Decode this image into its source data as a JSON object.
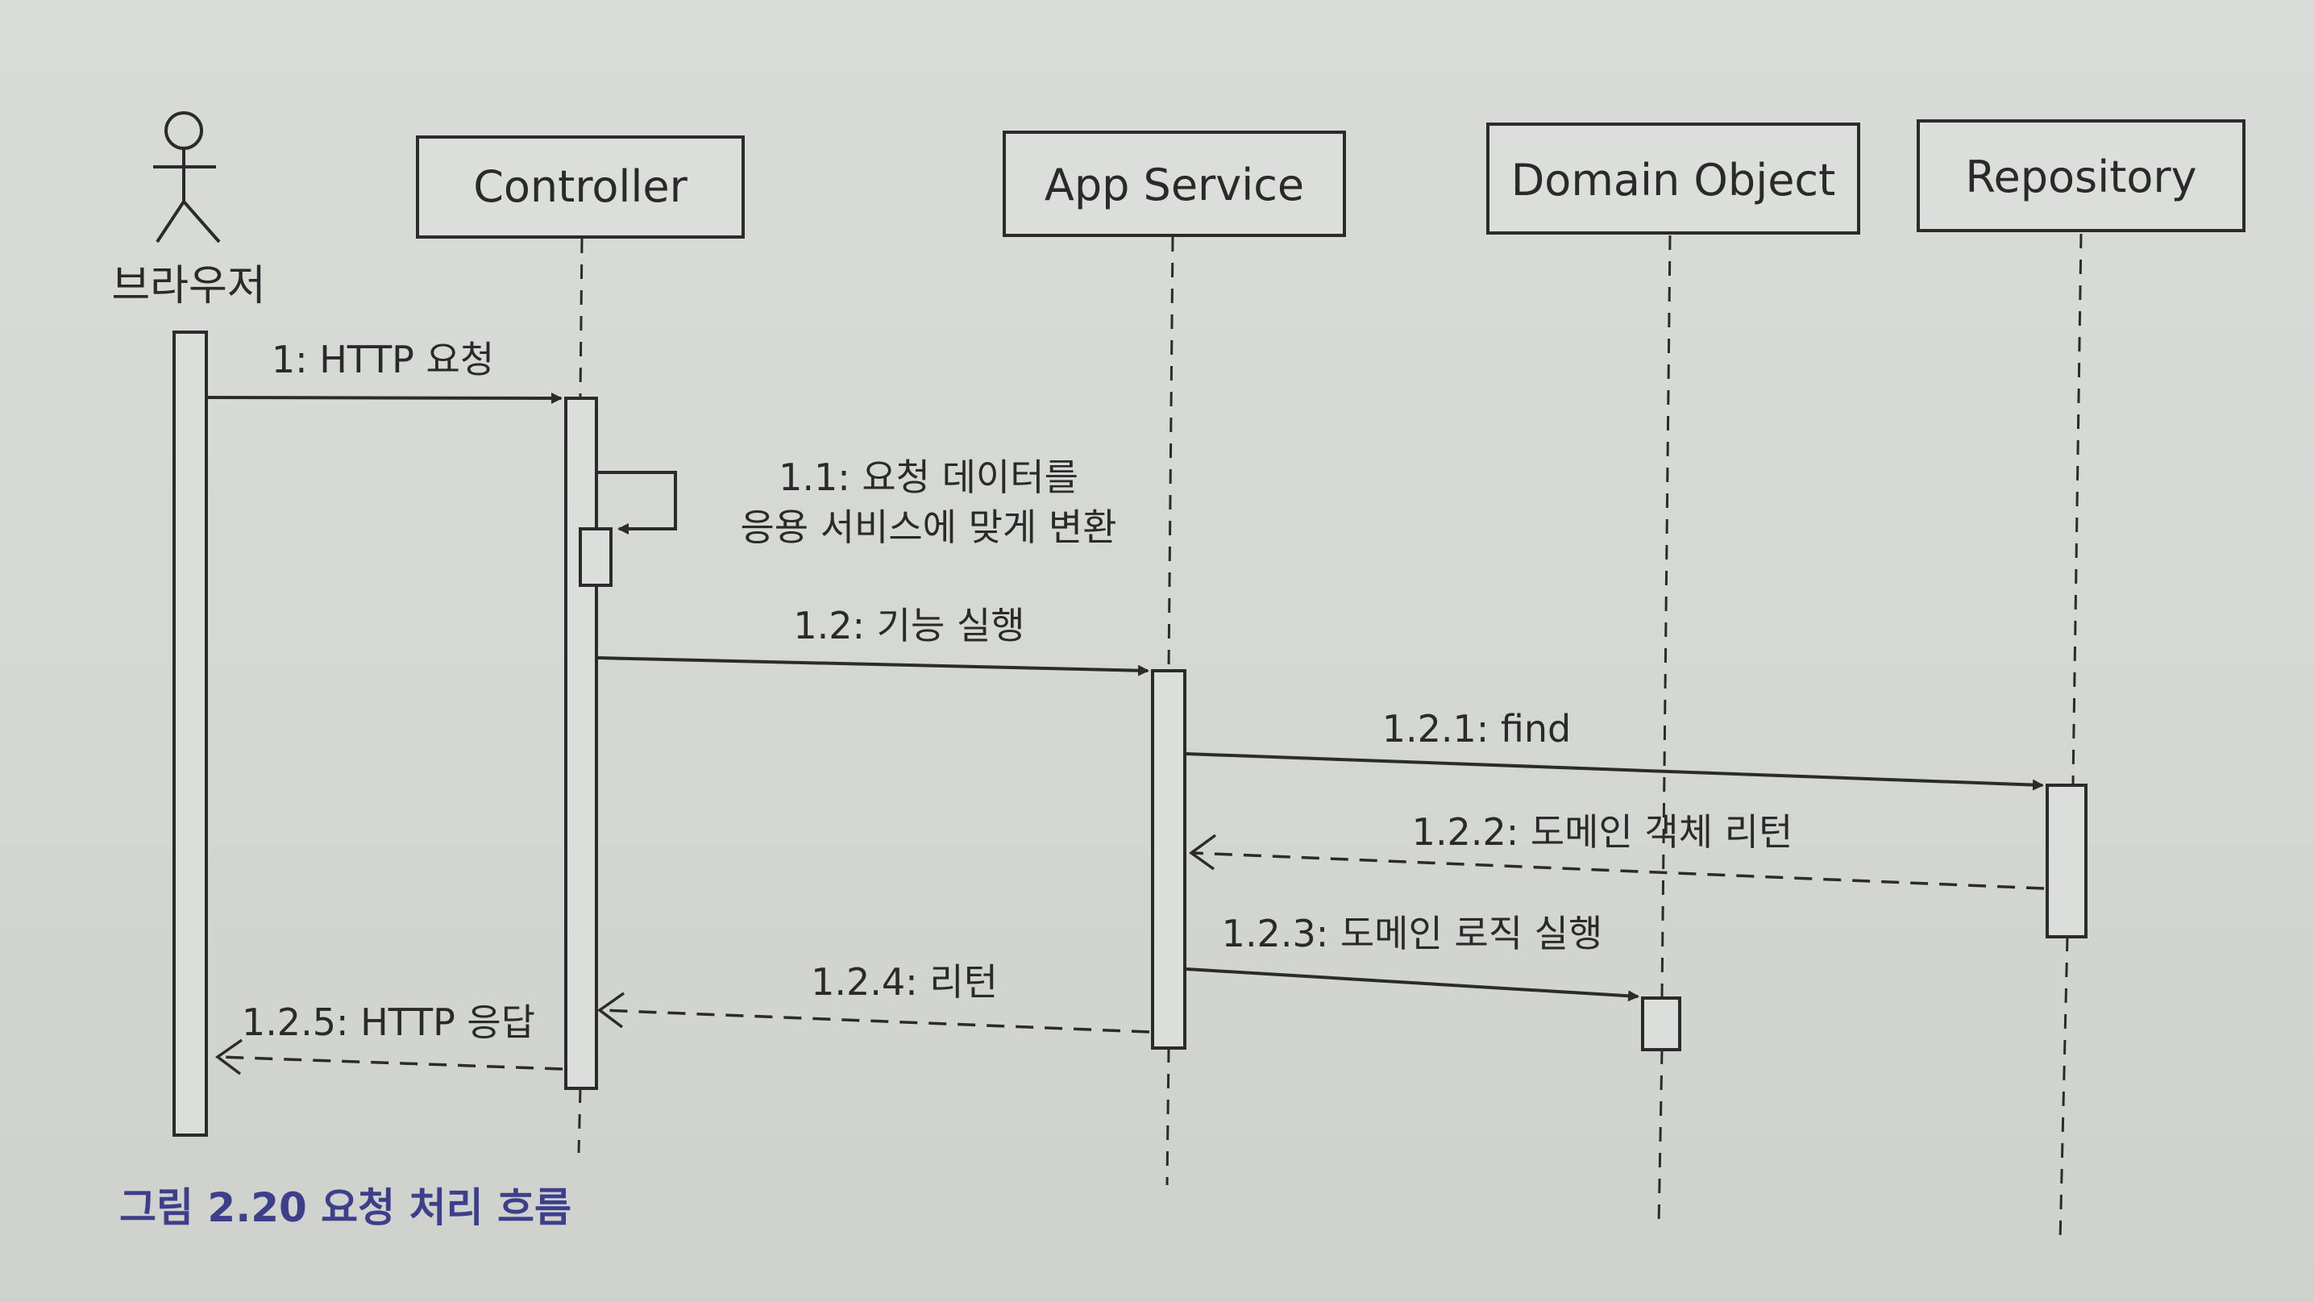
{
  "actor": {
    "label": "브라우저"
  },
  "participants": [
    {
      "label": "Controller"
    },
    {
      "label": "App Service"
    },
    {
      "label": "Domain Object"
    },
    {
      "label": "Repository"
    }
  ],
  "messages": [
    {
      "label": "1: HTTP 요청",
      "kind": "sync"
    },
    {
      "label_lines": [
        "1.1: 요청 데이터를",
        "응용 서비스에 맞게 변환"
      ],
      "kind": "self"
    },
    {
      "label": "1.2: 기능 실행",
      "kind": "sync"
    },
    {
      "label": "1.2.1: find",
      "kind": "sync"
    },
    {
      "label": "1.2.2: 도메인 객체 리턴",
      "kind": "return"
    },
    {
      "label": "1.2.3: 도메인 로직 실행",
      "kind": "sync"
    },
    {
      "label": "1.2.4: 리턴",
      "kind": "return"
    },
    {
      "label": "1.2.5: HTTP 응답",
      "kind": "return"
    }
  ],
  "caption": "그림 2.20 요청 처리 흐름",
  "colors": {
    "line": "#2b2b2b",
    "box_fill": "#dcdedb",
    "caption": "#3d3e8c"
  }
}
